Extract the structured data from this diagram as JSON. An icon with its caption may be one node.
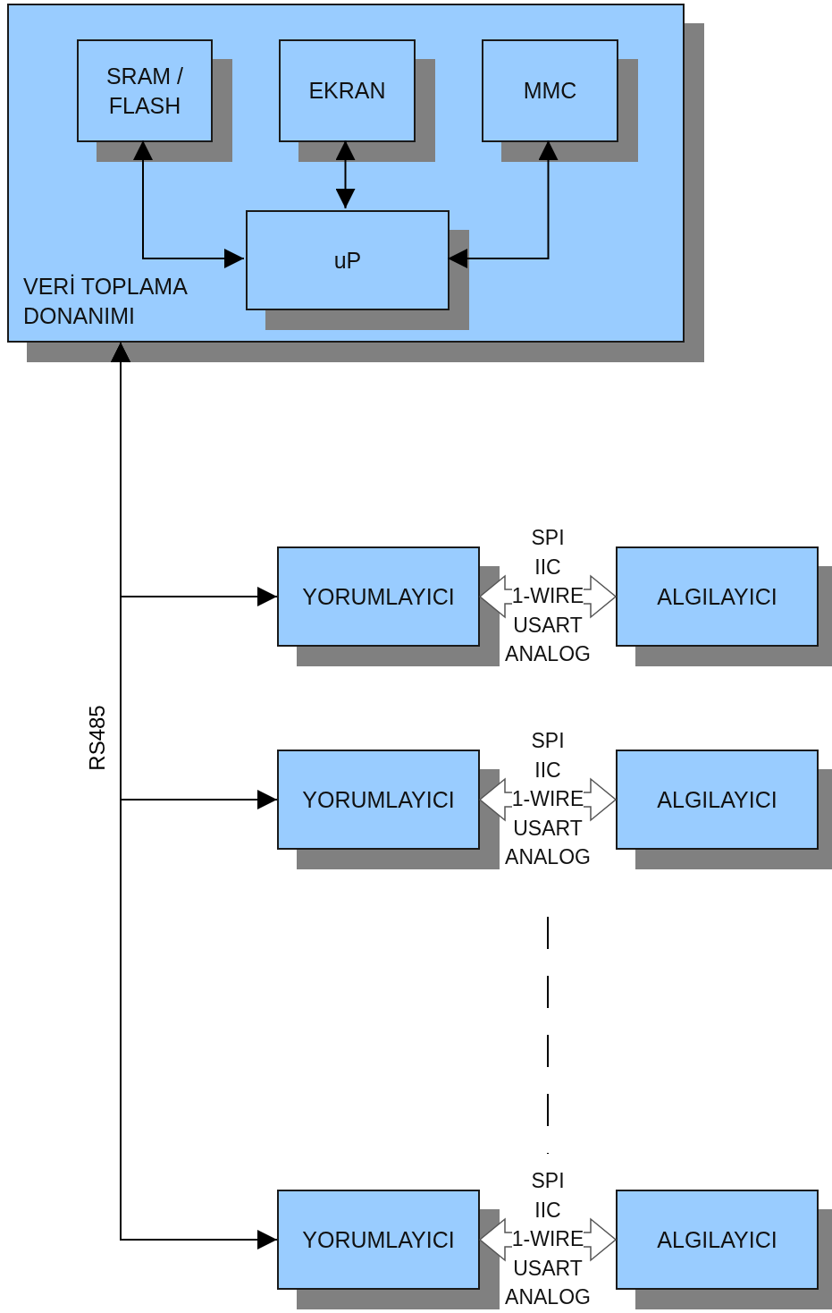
{
  "diagram": {
    "nodes": [
      {
        "text": [
          "VERİ TOPLAMA DONANIMI"
        ]
      },
      {
        "text": [
          "SRAM / FLASH"
        ],
        "in": 0
      },
      {
        "text": [
          "EKRAN"
        ],
        "in": 0
      },
      {
        "text": [
          "MMC"
        ],
        "in": 0
      },
      {
        "text": [
          "uP"
        ],
        "in": 0
      },
      {
        "text": [
          "YORUMLAYICI"
        ]
      },
      {
        "text": [
          "ALGILAYICI"
        ]
      },
      {
        "text": [
          "YORUMLAYICI"
        ]
      },
      {
        "text": [
          "ALGILAYICI"
        ]
      },
      {
        "text": [
          "YORUMLAYICI"
        ]
      },
      {
        "text": [
          "ALGILAYICI"
        ]
      }
    ],
    "edges": [
      {
        "from": 1,
        "to": 4,
        "arrow": "both"
      },
      {
        "from": 2,
        "to": 4,
        "arrow": "both"
      },
      {
        "from": 3,
        "to": 4,
        "arrow": "both"
      },
      {
        "from": 0,
        "to": 5,
        "arrow": "both"
      },
      {
        "from": 0,
        "to": 7,
        "arrow": "both"
      },
      {
        "from": 0,
        "to": 9,
        "arrow": "both"
      },
      {
        "from": 5,
        "to": 6,
        "arrow": "both",
        "style": "thick",
        "label": "SPI IIC 1-WIRE USART ANALOG"
      },
      {
        "from": 7,
        "to": 8,
        "arrow": "both",
        "style": "thick",
        "label": "SPI IIC 1-WIRE USART ANALOG"
      },
      {
        "from": 9,
        "to": 10,
        "arrow": "both",
        "style": "thick",
        "label": "SPI IIC 1-WIRE USART ANALOG"
      }
    ],
    "labels": [
      "RS485"
    ]
  }
}
